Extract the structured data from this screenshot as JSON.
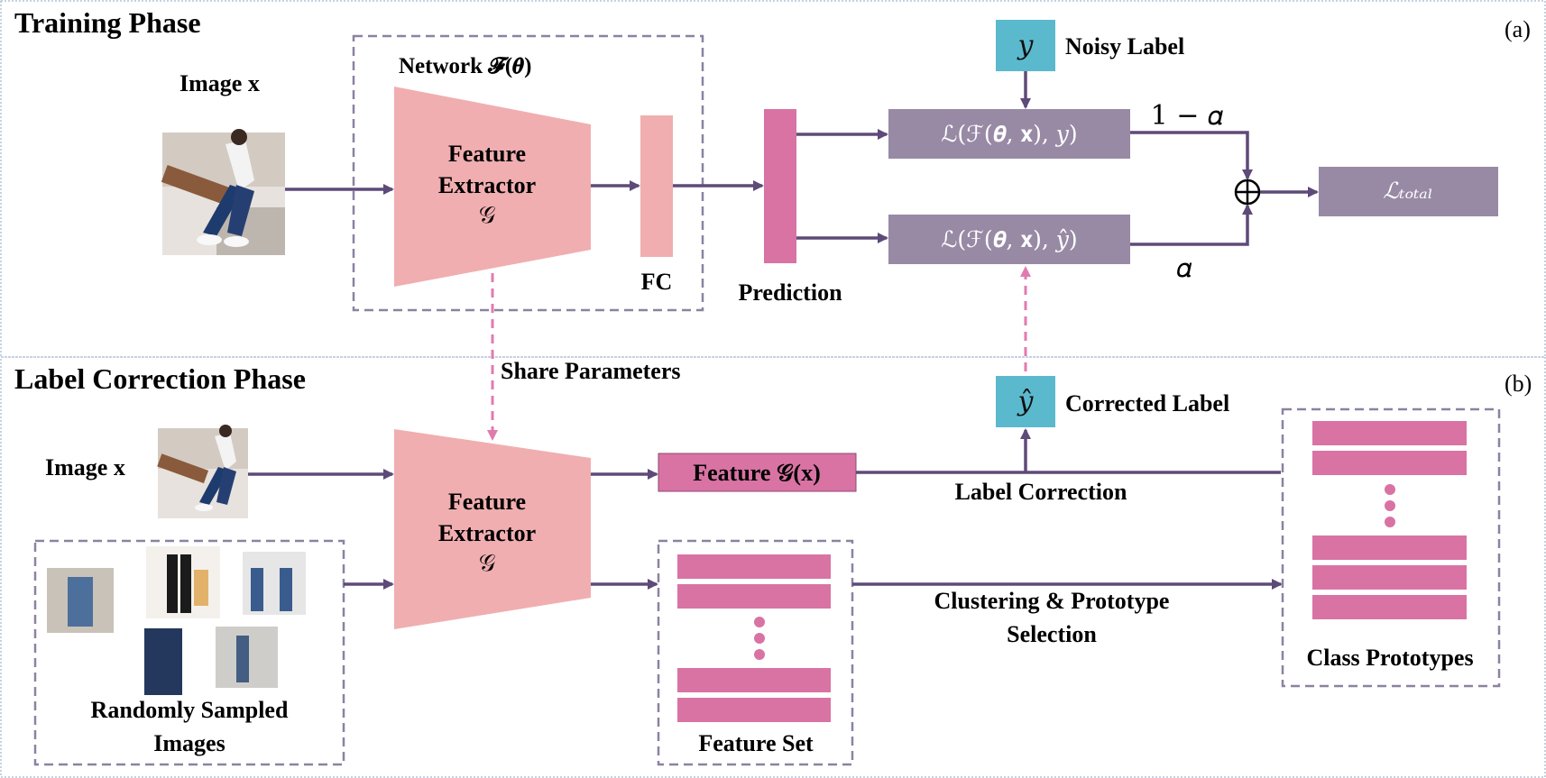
{
  "training": {
    "phase_title": "Training Phase",
    "panel_tag": "(a)",
    "image_label": "Image x",
    "network_label": "Network  𝓕(𝜽)",
    "fe_line1": "Feature",
    "fe_line2": "Extractor",
    "fe_symbol": "𝒢",
    "fc_label": "FC",
    "prediction_label": "Prediction",
    "noisy_symbol": "𝑦",
    "noisy_label": "Noisy Label",
    "loss_noisy": "ℒ(ℱ(𝜽, 𝐱),  𝑦)",
    "loss_corrected": "ℒ(ℱ(𝜽, 𝐱),  𝑦̂)",
    "weight_noisy": "1 − 𝛼",
    "weight_corrected": "𝛼",
    "sum_symbol": "⊕",
    "total_loss": "ℒₜₒₜₐₗ"
  },
  "correction": {
    "phase_title": "Label Correction Phase",
    "panel_tag": "(b)",
    "share_params": "Share Parameters",
    "image_label": "Image x",
    "fe_line1": "Feature",
    "fe_line2": "Extractor",
    "fe_symbol": "𝒢",
    "feature_box": "Feature 𝒢(x)",
    "corrected_symbol": "𝑦̂",
    "corrected_label": "Corrected Label",
    "label_correction": "Label Correction",
    "random_line1": "Randomly Sampled",
    "random_line2": "Images",
    "feature_set": "Feature Set",
    "clustering_line1": "Clustering & Prototype",
    "clustering_line2": "Selection",
    "class_prototypes": "Class Prototypes"
  },
  "colors": {
    "arrow": "#5e4a78",
    "feature_extractor": "#f0aeb0",
    "prediction_bar": "#d873a4",
    "loss_box": "#988aa5",
    "label_box": "#5bb9cd",
    "dashed_border": "#8c82a0",
    "share_arrow": "#e07bb0"
  }
}
